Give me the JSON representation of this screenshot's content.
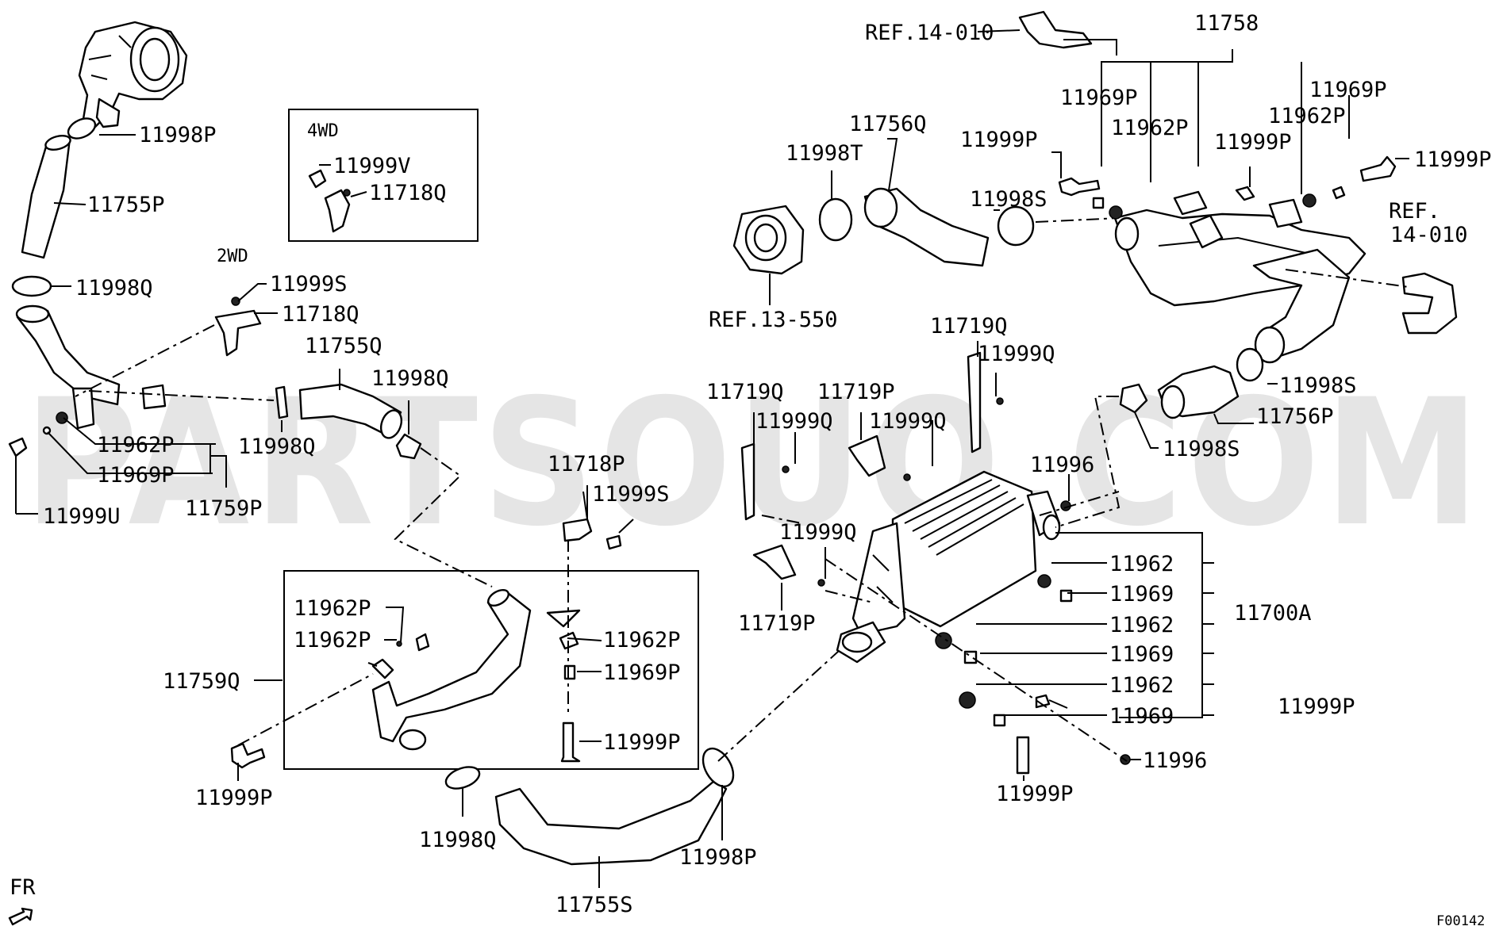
{
  "watermark": "PARTSOUQ.COM",
  "figure_code": "F00142",
  "direction_label": "FR",
  "box_labels": {
    "wd4": "4WD",
    "wd2": "2WD"
  },
  "refs": {
    "ref_14_010_top": "REF.14-010",
    "ref_14_010_right_a": "REF.",
    "ref_14_010_right_b": "14-010",
    "ref_13_550": "REF.13-550"
  },
  "labels": {
    "l11998P_a": "11998P",
    "l11755P": "11755P",
    "l11998Q_a": "11998Q",
    "l11999S_a": "11999S",
    "l11718Q_a": "11718Q",
    "l11755Q": "11755Q",
    "l11998Q_b": "11998Q",
    "l11998Q_c": "11998Q",
    "l11962P_a": "11962P",
    "l11969P_a": "11969P",
    "l11759P": "11759P",
    "l11999U": "11999U",
    "l11999V": "11999V",
    "l11718Q_b": "11718Q",
    "l11718P": "11718P",
    "l11999S_b": "11999S",
    "l11962P_b": "11962P",
    "l11962P_c": "11962P",
    "l11962P_d": "11962P",
    "l11969P_b": "11969P",
    "l11759Q": "11759Q",
    "l11999P_a": "11999P",
    "l11999P_b": "11999P",
    "l11998Q_d": "11998Q",
    "l11755S": "11755S",
    "l11998P_b": "11998P",
    "l11719Q_a": "11719Q",
    "l11999Q_a": "11999Q",
    "l11719P_a": "11719P",
    "l11999Q_b": "11999Q",
    "l11719Q_b": "11719Q",
    "l11999Q_c": "11999Q",
    "l11999Q_d": "11999Q",
    "l11719P_b": "11719P",
    "l11996_a": "11996",
    "l11962_a": "11962",
    "l11969_a": "11969",
    "l11962_b": "11962",
    "l11969_b": "11969",
    "l11962_c": "11962",
    "l11969_c": "11969",
    "l11700A": "11700A",
    "l11999P_c": "11999P",
    "l11999P_d": "11999P",
    "l11996_b": "11996",
    "l11758": "11758",
    "l11969P_c": "11969P",
    "l11962P_e": "11962P",
    "l11999P_e": "11999P",
    "l11999P_f": "11999P",
    "l11969P_d": "11969P",
    "l11962P_f": "11962P",
    "l11999P_g": "11999P",
    "l11756Q": "11756Q",
    "l11998T": "11998T",
    "l11998S_a": "11998S",
    "l11998S_b": "11998S",
    "l11756P": "11756P",
    "l11998S_c": "11998S"
  }
}
